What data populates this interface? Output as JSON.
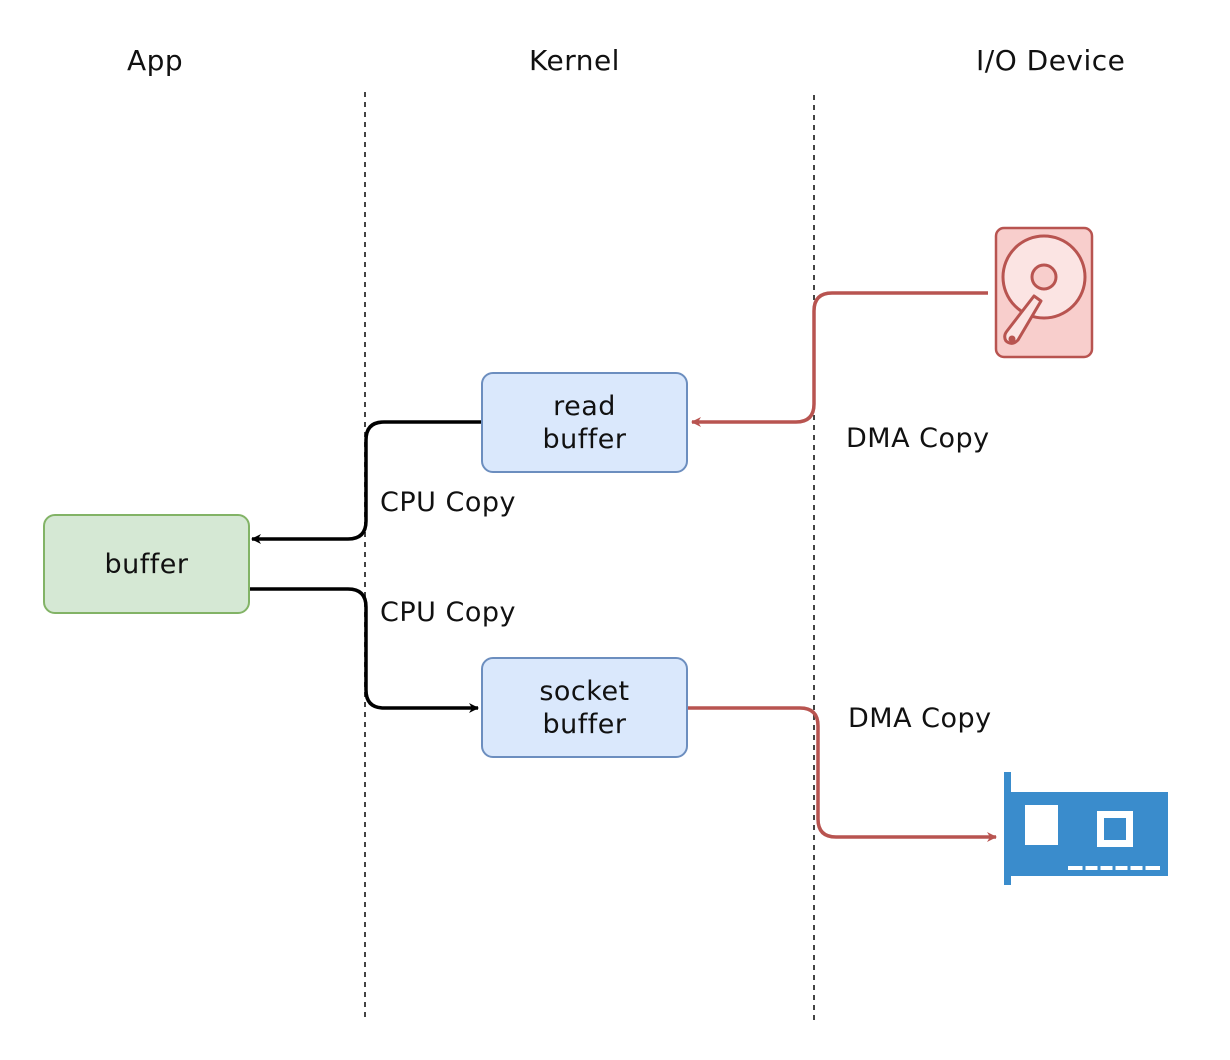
{
  "columns": {
    "app": "App",
    "kernel": "Kernel",
    "io": "I/O Device"
  },
  "boxes": {
    "read_buffer": [
      "read",
      "buffer"
    ],
    "app_buffer": [
      "buffer"
    ],
    "socket_buffer": [
      "socket",
      "buffer"
    ]
  },
  "edges": {
    "dma_in": "DMA Copy",
    "cpu_read": "CPU Copy",
    "cpu_write": "CPU Copy",
    "dma_out": "DMA Copy"
  },
  "icons": {
    "disk": "hard-disk-icon",
    "nic": "network-card-icon"
  },
  "colors": {
    "kernel_fill": "#dae8fc",
    "kernel_stroke": "#6c8ebf",
    "app_fill": "#d5e8d4",
    "app_stroke": "#82b366",
    "dma_arrow": "#b85450",
    "cpu_arrow": "#000000",
    "disk_fill": "#f8cecc",
    "nic_fill": "#3a8ccc"
  }
}
